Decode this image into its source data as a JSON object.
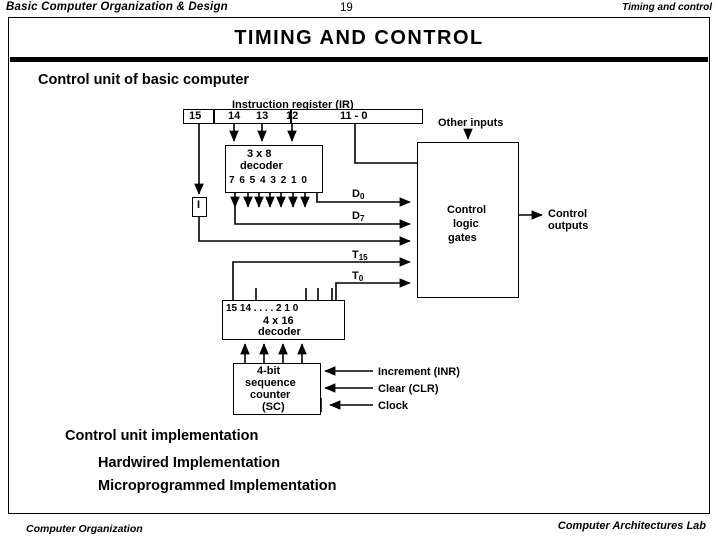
{
  "header": {
    "course": "Basic Computer Organization & Design",
    "page_number": "19",
    "topic": "Timing and control"
  },
  "slide": {
    "title": "TIMING  AND  CONTROL",
    "subhead": "Control unit of basic computer",
    "implementation_heading": "Control unit implementation",
    "implementation_items": [
      "Hardwired  Implementation",
      "Microprogrammed Implementation"
    ]
  },
  "footer": {
    "left": "Computer Organization",
    "right": "Computer Architectures Lab"
  },
  "diagram": {
    "instruction_register": {
      "title": "Instruction register (IR)",
      "fields": [
        "15",
        "14",
        "13",
        "12",
        "11 - 0"
      ]
    },
    "decoder_3x8": {
      "line1": "3 x 8",
      "line2": "decoder",
      "outputs": "7  6 5 4 3  2 1 0"
    },
    "i_flipflop": "I",
    "control_logic_gates": {
      "line1": "Control",
      "line2": "logic",
      "line3": "gates"
    },
    "decoder_4x16": {
      "inputs": "15  14  . . . .  2  1  0",
      "line1": "4 x 16",
      "line2": "decoder"
    },
    "sequence_counter": {
      "line1": "4-bit",
      "line2": "sequence",
      "line3": "counter",
      "line4": "(SC)"
    },
    "signals": {
      "other_inputs": "Other inputs",
      "control_outputs_line1": "Control",
      "control_outputs_line2": "outputs",
      "d0": "D",
      "d0_sub": "0",
      "d7": "D",
      "d7_sub": "7",
      "t15": "T",
      "t15_sub": "15",
      "t0": "T",
      "t0_sub": "0",
      "increment": "Increment (INR)",
      "clear": "Clear (CLR)",
      "clock": "Clock"
    }
  },
  "colors": {
    "ink": "#000000",
    "paper": "#ffffff"
  }
}
